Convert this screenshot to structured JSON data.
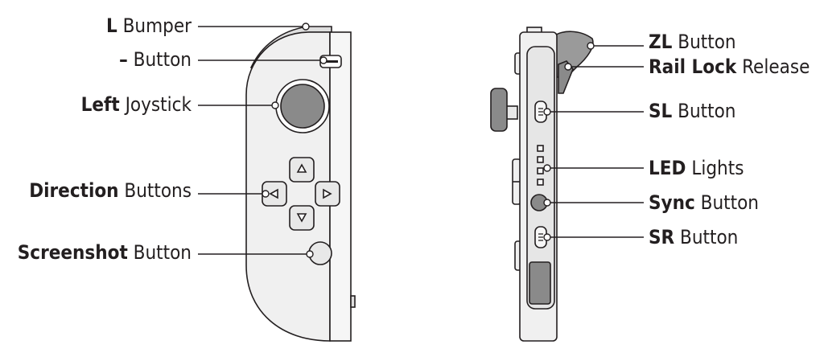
{
  "left_view": {
    "callouts": [
      {
        "bold": "L",
        "rest": "Bumper"
      },
      {
        "bold": "–",
        "rest": "Button"
      },
      {
        "bold": "Left",
        "rest": "Joystick"
      },
      {
        "bold": "Direction",
        "rest": "Buttons"
      },
      {
        "bold": "Screenshot",
        "rest": "Button"
      }
    ]
  },
  "right_view": {
    "callouts": [
      {
        "bold": "ZL",
        "rest": "Button"
      },
      {
        "bold": "Rail Lock",
        "rest": "Release"
      },
      {
        "bold": "SL",
        "rest": "Button"
      },
      {
        "bold": "LED",
        "rest": "Lights"
      },
      {
        "bold": "Sync",
        "rest": "Button"
      },
      {
        "bold": "SR",
        "rest": "Button"
      }
    ]
  },
  "colors": {
    "outline": "#231f20",
    "body_fill": "#eeeeee",
    "button_fill": "#8a8a8a",
    "text": "#231f20"
  }
}
